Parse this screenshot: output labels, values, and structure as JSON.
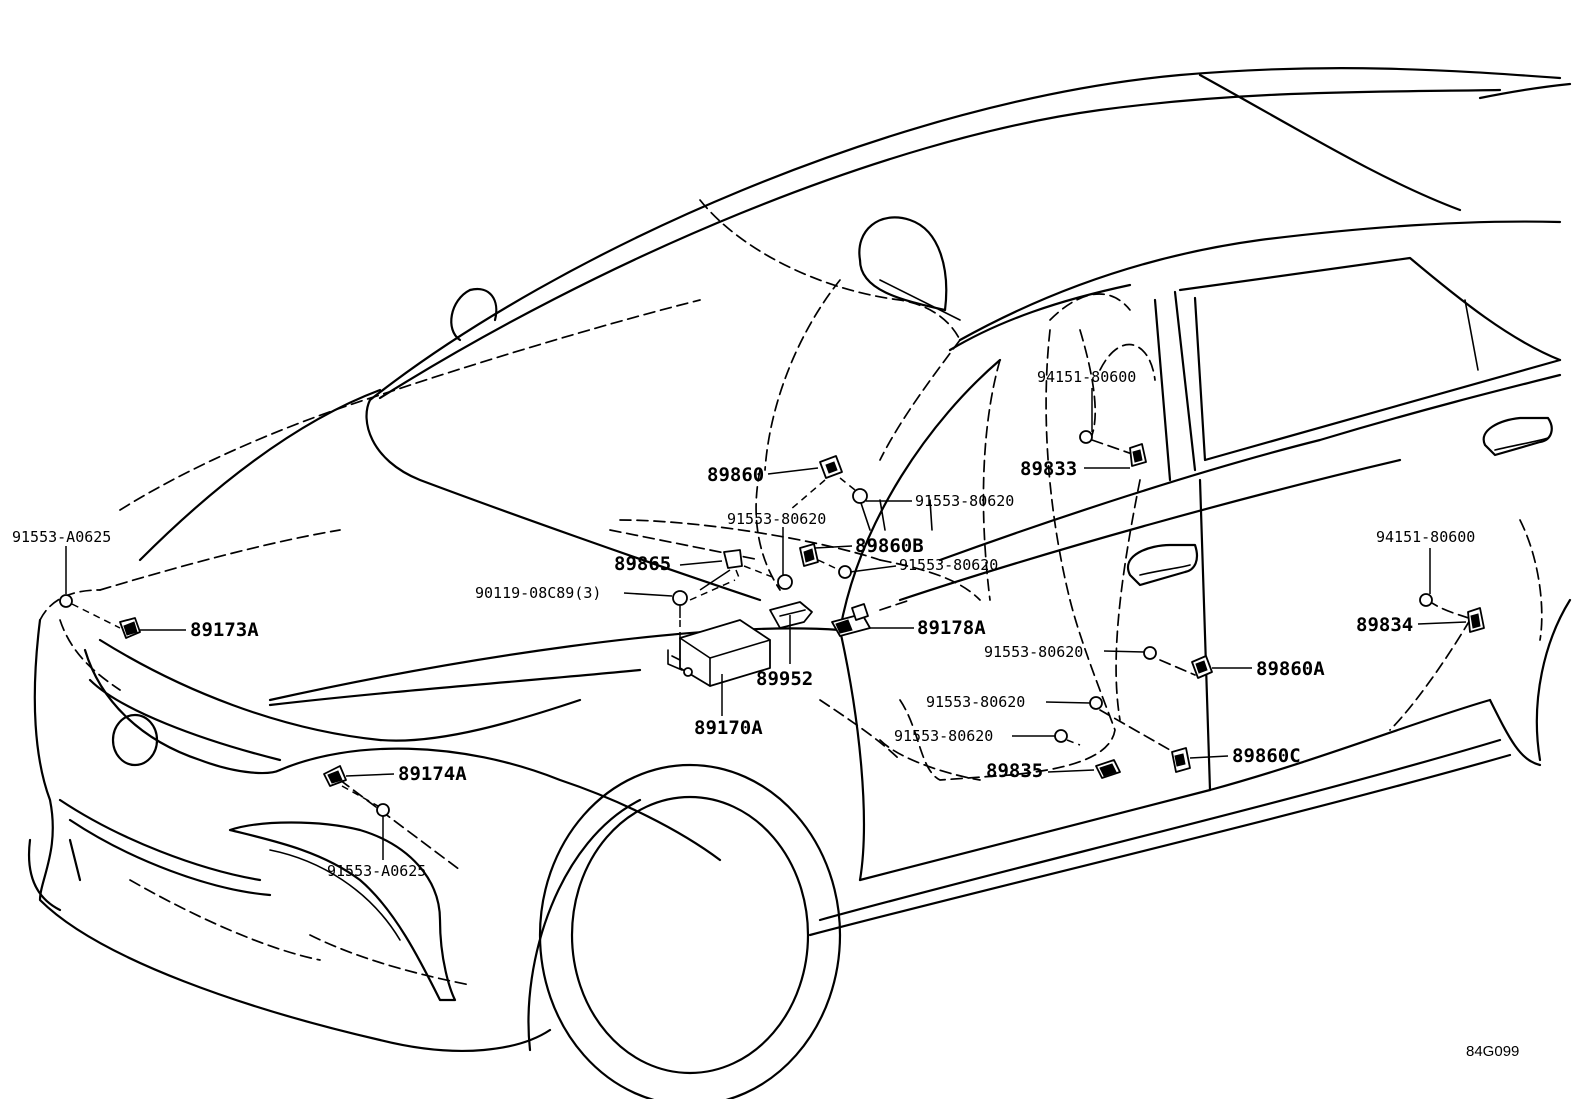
{
  "diagram_ref": "84G099",
  "labels": {
    "p91553_A0625_left": "91553-A0625",
    "p89173A": "89173A",
    "p90119": "90119-08C89(3)",
    "p89865": "89865",
    "p91553_80620_c1": "91553-80620",
    "p89860": "89860",
    "p91553_80620_c2": "91553-80620",
    "p89860B": "89860B",
    "p91553_80620_c3": "91553-80620",
    "p89178A": "89178A",
    "p89952": "89952",
    "p89170A": "89170A",
    "p89174A": "89174A",
    "p91553_A0625_bottom": "91553-A0625",
    "p94151_80600_a": "94151-80600",
    "p89833": "89833",
    "p94151_80600_b": "94151-80600",
    "p89834": "89834",
    "p91553_80620_r1": "91553-80620",
    "p89860A": "89860A",
    "p91553_80620_r2": "91553-80620",
    "p91553_80620_r3": "91553-80620",
    "p89860C": "89860C",
    "p89835": "89835"
  }
}
